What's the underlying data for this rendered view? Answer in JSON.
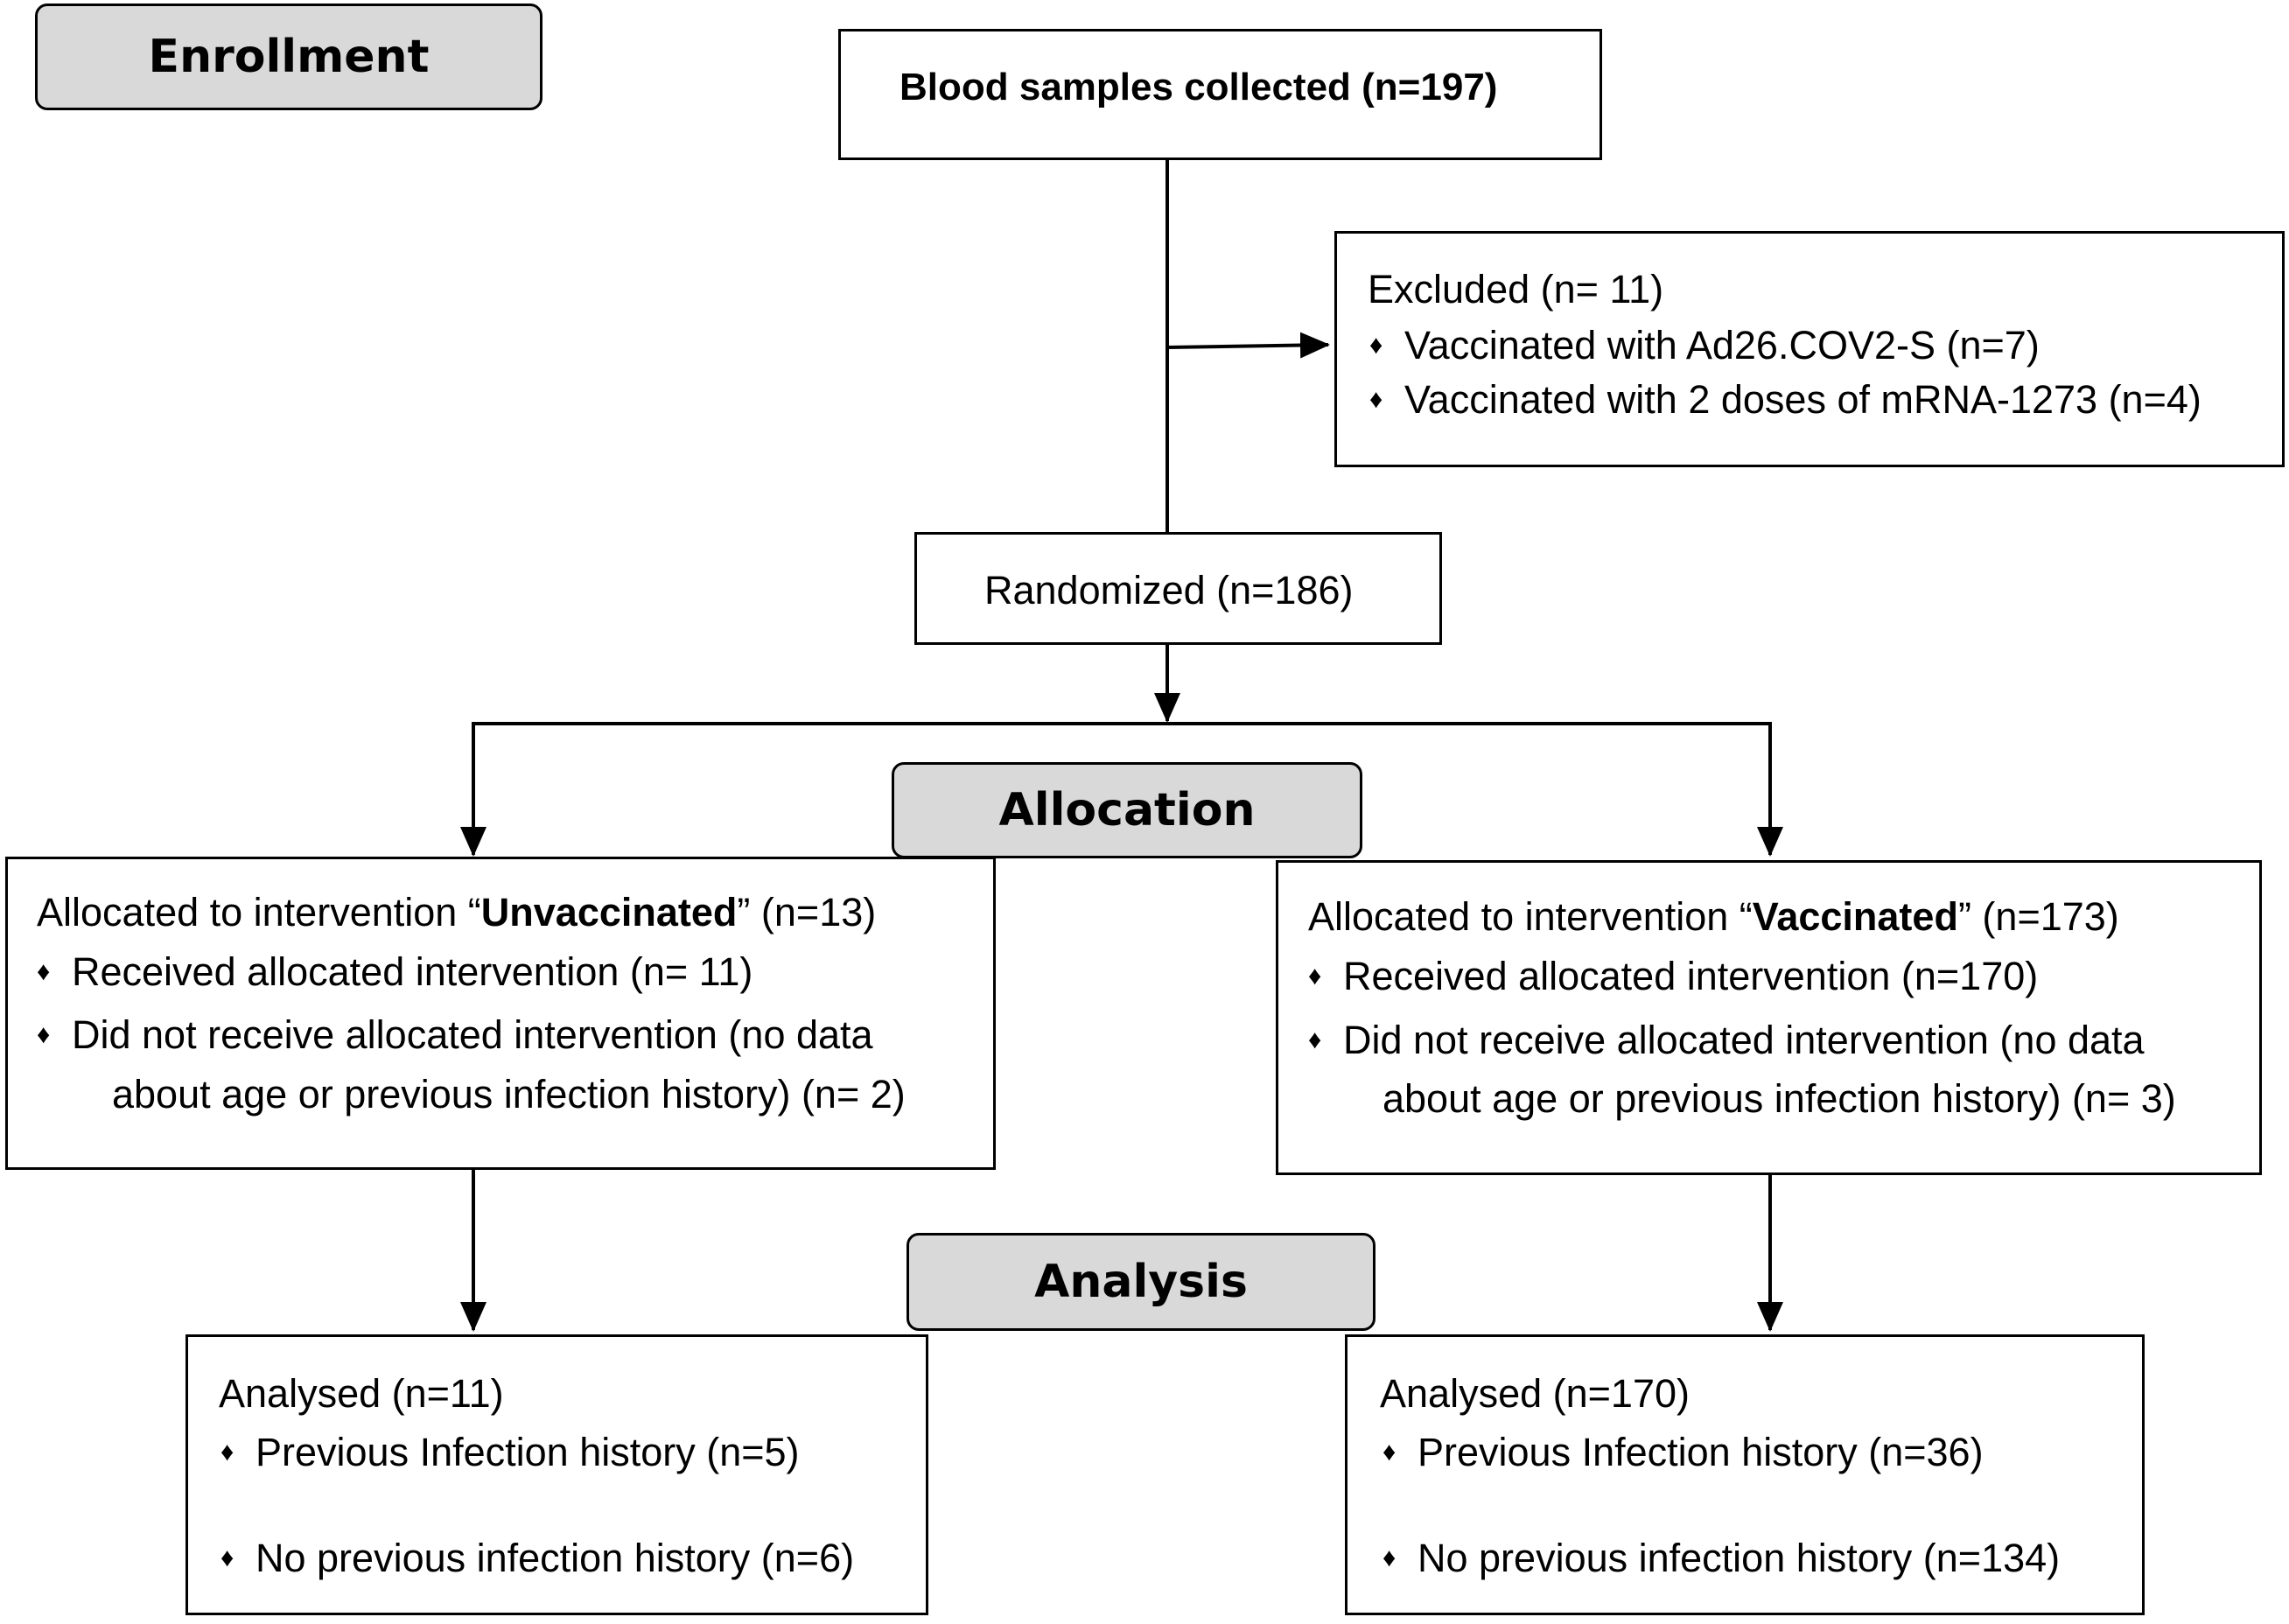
{
  "phases": {
    "enrollment": "Enrollment",
    "allocation": "Allocation",
    "analysis": "Analysis"
  },
  "collected": "Blood samples collected (n=197)",
  "excluded": {
    "title": "Excluded (n= 11)",
    "items": [
      "Vaccinated with Ad26.COV2-S (n=7)",
      "Vaccinated with 2 doses of mRNA-1273 (n=4)"
    ]
  },
  "randomized": "Randomized (n=186)",
  "unvaccinated": {
    "prefix": "Allocated to intervention “",
    "group": "Unvaccinated",
    "suffix": "” (n=13)",
    "item1": "Received allocated intervention (n= 11)",
    "item2_line1": "Did not receive allocated intervention (no data",
    "item2_line2": "about age or previous infection history) (n=  2)"
  },
  "vaccinated": {
    "prefix": "Allocated to intervention “",
    "group": "Vaccinated",
    "suffix": "” (n=173)",
    "item1": "Received allocated intervention (n=170)",
    "item2_line1": "Did not receive allocated intervention (no data",
    "item2_line2": "about age or previous infection history) (n= 3)"
  },
  "analysed_left": {
    "title": "Analysed (n=11)",
    "item1": "Previous Infection history (n=5)",
    "item2": "No previous infection history (n=6)"
  },
  "analysed_right": {
    "title": "Analysed (n=170)",
    "item1": "Previous Infection history (n=36)",
    "item2": "No previous infection history (n=134)"
  },
  "bullet_glyph": "♦"
}
